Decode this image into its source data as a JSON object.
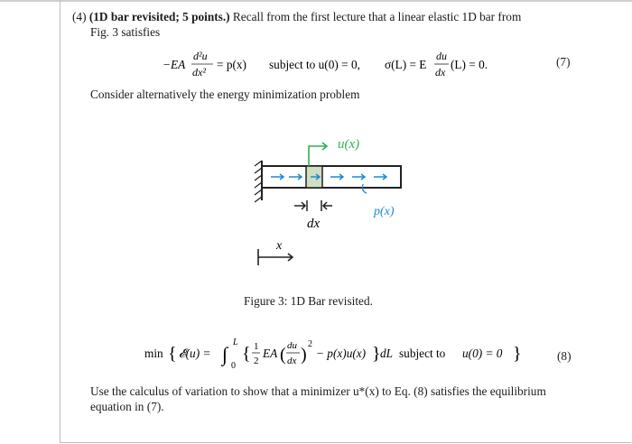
{
  "problem": {
    "number": "(4)",
    "title_bold": "(1D bar revisited; 5 points.)",
    "intro_line1": "Recall from the first lecture that a linear elastic 1D bar from",
    "intro_line2": "Fig. 3 satisfies"
  },
  "equation7": {
    "number": "(7)",
    "lhs_prefix": "−EA",
    "frac_num": "d²u",
    "frac_den": "dx²",
    "rhs": "= p(x)",
    "condition": "subject to u(0) = 0,",
    "bc": "σ(L) = E",
    "bc_frac_num": "du",
    "bc_frac_den": "dx",
    "bc_tail": "(L) = 0."
  },
  "consider_text": "Consider alternatively the energy minimization problem",
  "figure": {
    "label_ux": "u(x)",
    "label_px": "p(x)",
    "label_dx": "dx",
    "label_x": "x",
    "caption": "Figure 3: 1D Bar revisited.",
    "colors": {
      "green": "#2bb24c",
      "blue": "#1e8ad6",
      "ink": "#222222",
      "fill": "#cfe0c2"
    }
  },
  "equation8": {
    "number": "(8)",
    "min": "min",
    "functional": "𝓔(u) =",
    "integral_upper": "L",
    "integral_lower": "0",
    "half": "1",
    "half_den": "2",
    "ea": "EA",
    "du": "du",
    "dx": "dx",
    "power": "2",
    "rest": "− p(x)u(x)",
    "dl": "dL",
    "condition": "subject to",
    "bc": "u(0) = 0"
  },
  "closing": {
    "line1": "Use the calculus of variation to show that a minimizer u*(x) to Eq. (8) satisfies the equilibrium",
    "line2": "equation in (7)."
  }
}
